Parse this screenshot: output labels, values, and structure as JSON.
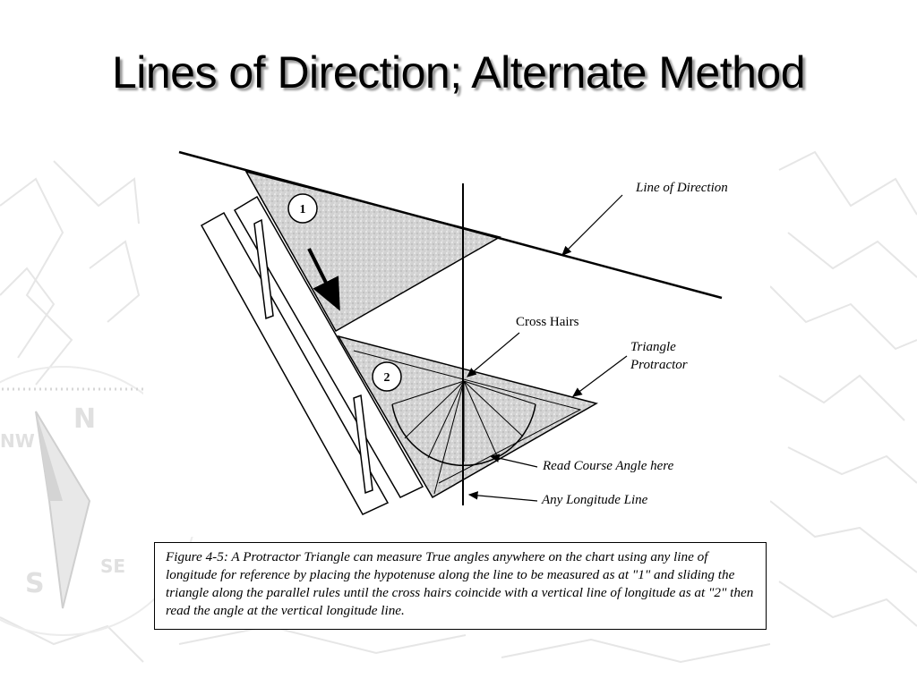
{
  "title": "Lines of Direction; Alternate Method",
  "diagram": {
    "labels": {
      "line_of_direction": "Line of Direction",
      "cross_hairs": "Cross Hairs",
      "triangle_protractor_line1": "Triangle",
      "triangle_protractor_line2": "Protractor",
      "read_course_angle": "Read Course Angle here",
      "any_longitude_line": "Any Longitude Line"
    },
    "markers": {
      "position_1": "1",
      "position_2": "2"
    }
  },
  "caption": "Figure 4-5: A Protractor Triangle can measure True angles anywhere on the chart using any line of longitude for reference by placing the hypotenuse along the line to be measured as at \"1\" and sliding the triangle along the parallel rules until the cross hairs coincide with a vertical line of longitude as at \"2\" then read the angle at the vertical longitude line.",
  "background": {
    "compass_letters": [
      "N",
      "NW",
      "S",
      "SE"
    ]
  }
}
